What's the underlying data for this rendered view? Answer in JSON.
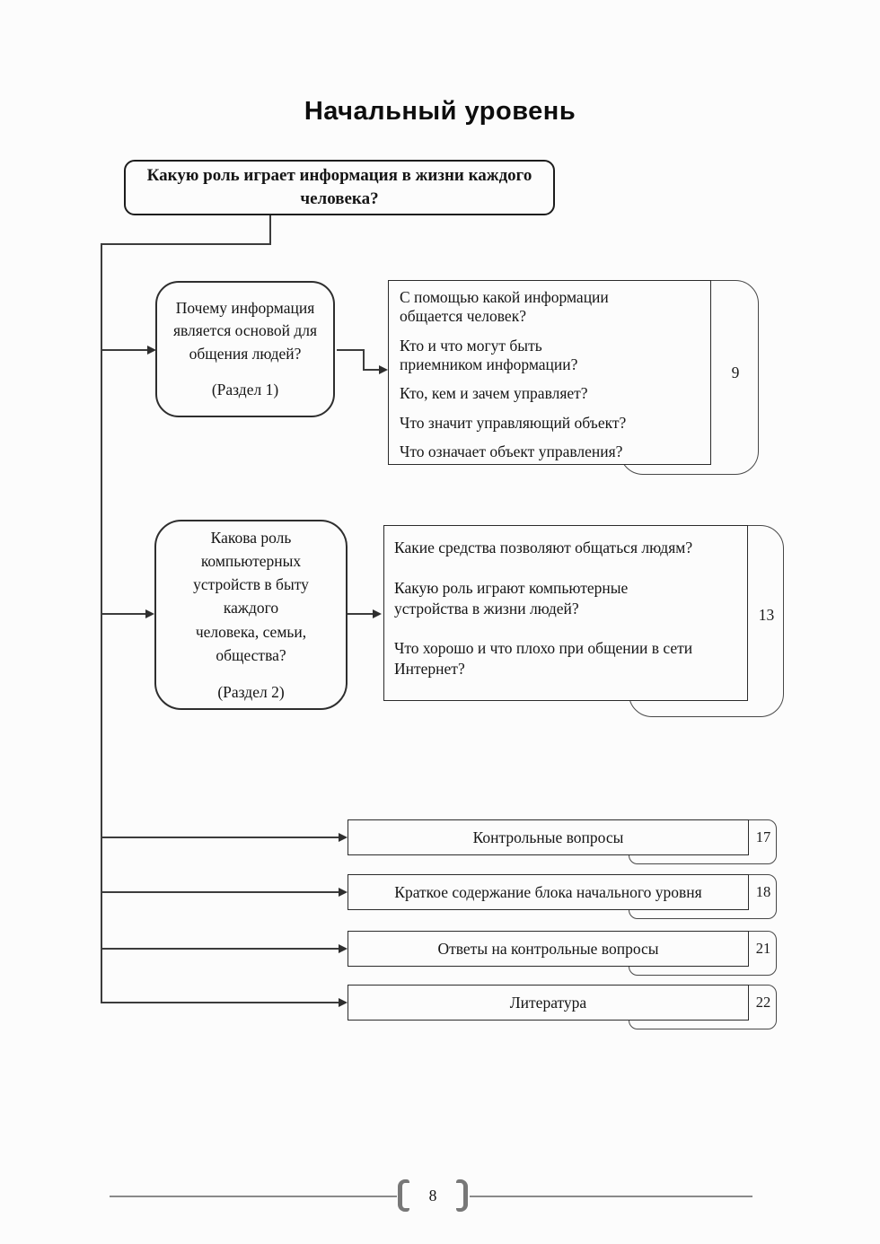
{
  "title": "Начальный уровень",
  "root": {
    "question": "Какую роль играет информация в жизни каждого человека?"
  },
  "sections": [
    {
      "question_lines": [
        "Почему информация",
        "является основой для",
        "общения людей?"
      ],
      "label": "(Раздел 1)",
      "page_ref": "9",
      "questions": [
        [
          "С помощью какой информации",
          "общается человек?"
        ],
        [
          "Кто и что могут быть",
          "приемником информации?"
        ],
        [
          "Кто, кем и зачем управляет?"
        ],
        [
          "Что значит управляющий объект?"
        ],
        [
          "Что означает объект управления?"
        ]
      ]
    },
    {
      "question_lines": [
        "Какова роль",
        "компьютерных",
        "устройств в быту",
        "каждого",
        "человека, семьи,",
        "общества?"
      ],
      "label": "(Раздел 2)",
      "page_ref": "13",
      "questions": [
        [
          "Какие средства позволяют общаться людям?"
        ],
        [
          "Какую роль играют компьютерные",
          "устройства  в жизни людей?"
        ],
        [
          "Что хорошо и что плохо при общении в сети",
          "Интернет?"
        ]
      ]
    }
  ],
  "links": [
    {
      "label": "Контрольные вопросы",
      "page_ref": "17"
    },
    {
      "label": "Краткое содержание блока начального уровня",
      "page_ref": "18"
    },
    {
      "label": "Ответы на контрольные вопросы",
      "page_ref": "21"
    },
    {
      "label": "Литература",
      "page_ref": "22"
    }
  ],
  "footer": {
    "page_number": "8"
  }
}
